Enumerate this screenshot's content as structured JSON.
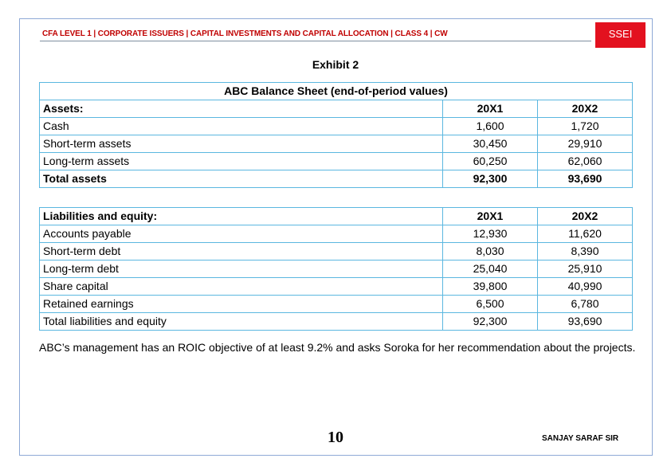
{
  "header": {
    "title": "CFA LEVEL 1 | CORPORATE ISSUERS | CAPITAL INVESTMENTS AND CAPITAL ALLOCATION | CLASS 4 | CW",
    "logo_text": "SSEI",
    "brand_color": "#c00000"
  },
  "exhibit": "Exhibit 2",
  "table_title": "ABC Balance Sheet (end-of-period values)",
  "assets": {
    "header": [
      "Assets:",
      "20X1",
      "20X2"
    ],
    "rows": [
      [
        "Cash",
        "1,600",
        "1,720"
      ],
      [
        "Short-term assets",
        "30,450",
        "29,910"
      ],
      [
        "Long-term assets",
        "60,250",
        "62,060"
      ]
    ],
    "total": [
      "Total assets",
      "92,300",
      "93,690"
    ]
  },
  "liabilities": {
    "header": [
      "Liabilities and equity:",
      "20X1",
      "20X2"
    ],
    "rows": [
      [
        "Accounts payable",
        "12,930",
        "11,620"
      ],
      [
        "Short-term debt",
        "8,030",
        "8,390"
      ],
      [
        "Long-term debt",
        "25,040",
        "25,910"
      ],
      [
        "Share capital",
        "39,800",
        "40,990"
      ],
      [
        "Retained earnings",
        "6,500",
        "6,780"
      ],
      [
        "Total liabilities and equity",
        "92,300",
        "93,690"
      ]
    ]
  },
  "paragraph": "ABC’s management has an ROIC objective of at least 9.2% and asks Soroka for her recommendation about the projects.",
  "footer": {
    "page": "10",
    "author": "SANJAY SARAF SIR"
  }
}
